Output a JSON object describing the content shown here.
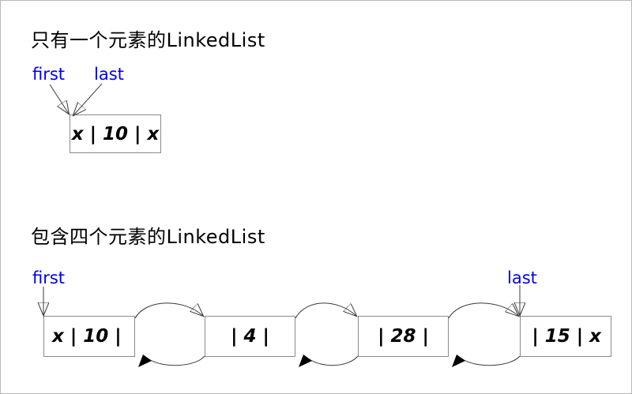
{
  "diagram": {
    "single": {
      "title": "只有一个元素的LinkedList",
      "first_label": "first",
      "last_label": "last",
      "node": "x | 10 | x"
    },
    "four": {
      "title": "包含四个元素的LinkedList",
      "first_label": "first",
      "last_label": "last",
      "nodes": [
        "x | 10 |",
        "| 4 |",
        "| 28 |",
        "| 15 | x"
      ]
    },
    "colors": {
      "pointer_label_blue": "#0000ee",
      "text_black": "#000000",
      "box_border_gray": "#8a8a8a",
      "arrow_line": "#3a3a3a",
      "canvas_border": "#b8b8b8"
    }
  }
}
